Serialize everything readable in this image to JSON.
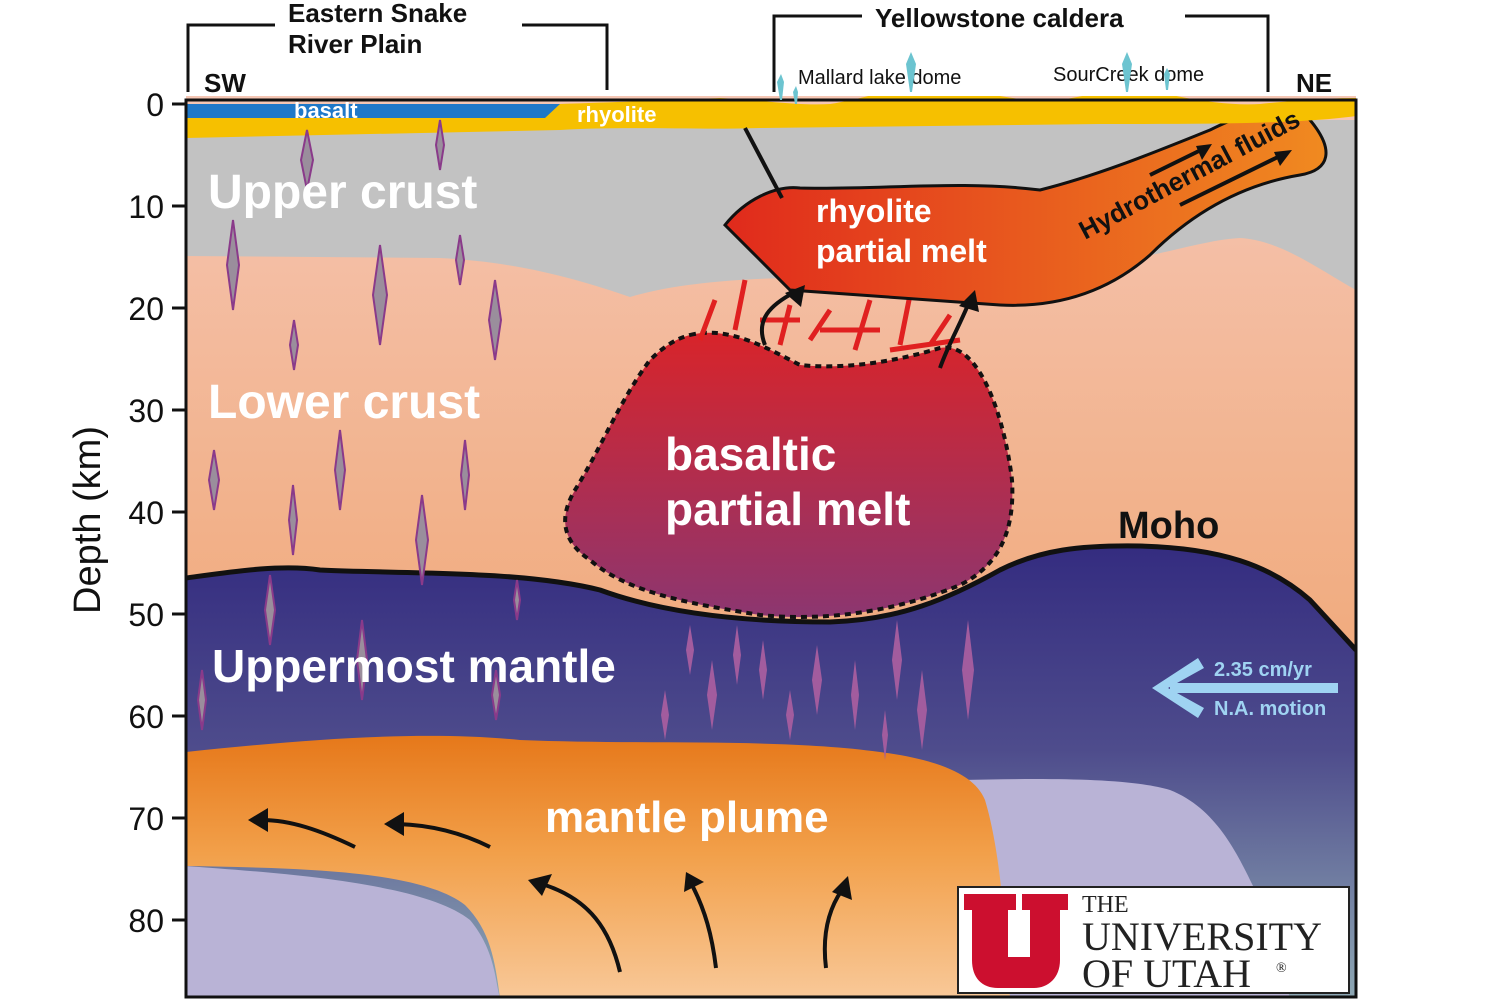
{
  "axis": {
    "label": "Depth (km)",
    "ticks": [
      "0",
      "10",
      "20",
      "30",
      "40",
      "50",
      "60",
      "70",
      "80"
    ]
  },
  "top_labels": {
    "eastern_snake": [
      "Eastern Snake",
      "River Plain"
    ],
    "yellowstone": "Yellowstone caldera",
    "sw": "SW",
    "ne": "NE",
    "mallard": "Mallard lake dome",
    "sourcreek": "SourCreek dome"
  },
  "layers": {
    "basalt": "basalt",
    "rhyolite": "rhyolite",
    "upper_crust": "Upper crust",
    "lower_crust": "Lower crust",
    "uppermost_mantle": "Uppermost mantle",
    "mantle_plume": "mantle plume",
    "moho": "Moho"
  },
  "features": {
    "rhyolite_melt": [
      "rhyolite",
      "partial melt"
    ],
    "basaltic_melt": [
      "basaltic",
      "partial melt"
    ],
    "hydrothermal": "Hydrothermal fluids"
  },
  "motion": {
    "rate": "2.35 cm/yr",
    "label": "N.A. motion"
  },
  "logo": {
    "line1": "THE",
    "line2": "UNIVERSITY",
    "line3": "OF UTAH",
    "mark": "®"
  },
  "colors": {
    "upper_crust": "#c2c2c2",
    "lower_crust_top": "#f5c6b4",
    "lower_crust_bottom": "#ee9a5c",
    "mantle": "#3a3383",
    "plume": "#e87a1c",
    "rhyolite": "#f6c000",
    "basalt": "#1f78c8",
    "utah_red": "#cc0f2f"
  }
}
